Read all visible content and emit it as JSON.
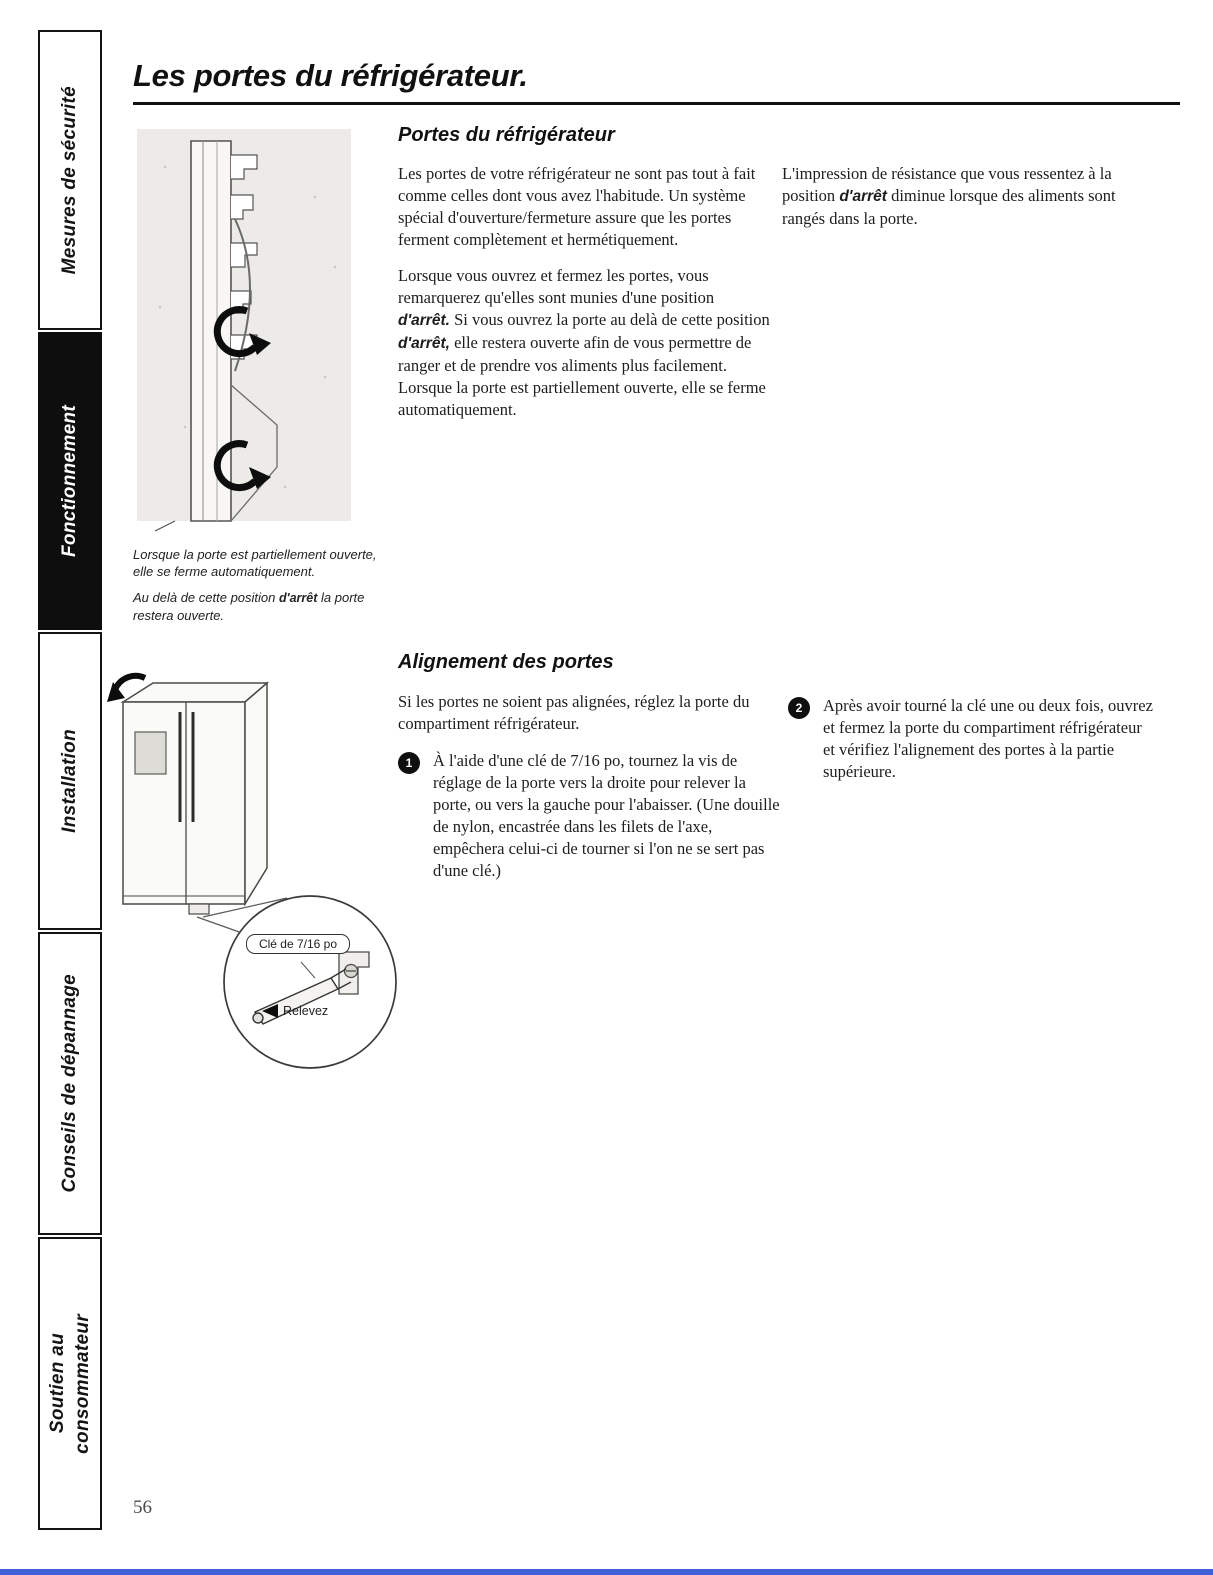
{
  "page": {
    "title": "Les portes du réfrigérateur.",
    "number": "56"
  },
  "sidebar": {
    "items": [
      {
        "lines": [
          "Mesures de sécurité"
        ]
      },
      {
        "lines": [
          "Fonctionnement"
        ]
      },
      {
        "lines": [
          "Installation"
        ]
      },
      {
        "lines": [
          "Conseils de dépannage"
        ]
      },
      {
        "lines": [
          "Soutien au",
          "consommateur"
        ]
      }
    ]
  },
  "portes": {
    "heading": "Portes du réfrigérateur",
    "para1": "Les portes de votre réfrigérateur ne sont pas tout à fait comme celles dont vous avez l'habitude. Un système spécial d'ouverture/fermeture assure que les portes ferment complètement et hermétiquement.",
    "para2": {
      "t1": "Lorsque vous ouvrez et fermez les portes, vous remarquerez qu'elles sont munies d'une position ",
      "b1": "d'arrêt.",
      "t2": " Si vous ouvrez la porte au delà de cette position ",
      "b2": "d'arrêt,",
      "t3": " elle restera ouverte afin de vous permettre de ranger et de prendre vos aliments plus facilement. Lorsque la porte est partiellement ouverte, elle se ferme automatiquement."
    },
    "para3": {
      "t1": "L'impression de résistance que vous ressentez à la position ",
      "b1": "d'arrêt",
      "t2": " diminue lorsque des aliments sont rangés dans la porte."
    },
    "caption1": "Lorsque la porte est partiellement ouverte, elle se ferme automatiquement.",
    "caption2": {
      "t1": "Au delà de cette position ",
      "b1": "d'arrêt",
      "t2": " la porte restera ouverte."
    }
  },
  "alignement": {
    "heading": "Alignement des portes",
    "intro": "Si les portes ne soient pas alignées, réglez la porte du compartiment réfrigérateur.",
    "steps": [
      {
        "num": "1",
        "text": "À l'aide d'une clé de 7/16 po, tournez la vis de réglage de la porte vers la droite pour relever la porte, ou vers la gauche pour l'abaisser. (Une douille de nylon, encastrée dans les filets de l'axe, empêchera celui-ci de tourner si l'on ne se sert pas d'une clé.)"
      },
      {
        "num": "2",
        "text": "Après avoir tourné la clé une ou deux fois, ouvrez et fermez la porte du compartiment réfrigérateur et vérifiez l'alignement des portes à la partie supérieure."
      }
    ],
    "callout": {
      "label_wrench": "Clé de 7/16 po",
      "label_lift": "Relevez"
    }
  },
  "colors": {
    "text": "#1c1c1c",
    "sidebar_active_bg": "#0e0e0e",
    "scan_blue": "#3f5ed7"
  }
}
